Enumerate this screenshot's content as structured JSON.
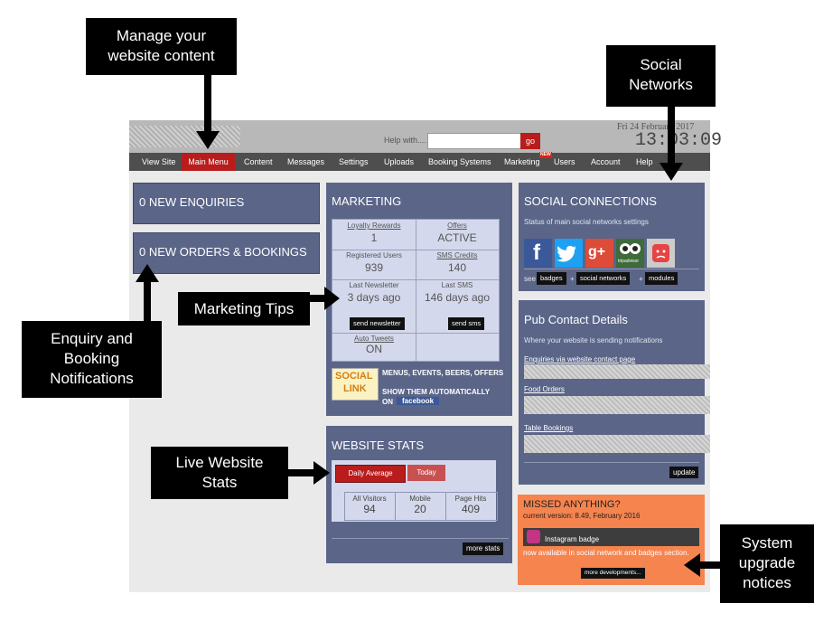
{
  "callouts": {
    "manage": [
      "Manage your",
      "website content"
    ],
    "social": [
      "Social",
      "Networks"
    ],
    "marketing_tips": "Marketing Tips",
    "enquiry": [
      "Enquiry and",
      "Booking",
      "Notifications"
    ],
    "live_stats": [
      "Live Website",
      "Stats"
    ],
    "upgrade": [
      "System",
      "upgrade",
      "notices"
    ]
  },
  "header": {
    "help_label": "Help with....",
    "go_label": "go",
    "date": "Fri 24 February 2017",
    "time": "13:03:09"
  },
  "nav": [
    "View Site",
    "Main Menu",
    "Content",
    "Messages",
    "Settings",
    "Uploads",
    "Booking Systems",
    "Marketing",
    "Users",
    "Account",
    "Help"
  ],
  "nav_new_badge": "NEW",
  "left": {
    "enquiries": "0 NEW ENQUIRIES",
    "orders": "0 NEW ORDERS & BOOKINGS"
  },
  "marketing": {
    "title": "MARKETING",
    "loyalty_label": "Loyalty Rewards",
    "loyalty_value": "1",
    "offers_label": "Offers",
    "offers_value": "ACTIVE",
    "registered_label": "Registered Users",
    "registered_value": "939",
    "sms_credits_label": "SMS Credits",
    "sms_credits_value": "140",
    "last_newsletter_label": "Last Newsletter",
    "last_newsletter_value": "3 days ago",
    "last_sms_label": "Last SMS",
    "last_sms_value": "146 days ago",
    "send_newsletter": "send newsletter",
    "send_sms": "send sms",
    "auto_tweets_label": "Auto Tweets",
    "auto_tweets_value": "ON",
    "logo_line1": "SOCIAL",
    "logo_line2": "LINK",
    "promo_line1": "MENUS, EVENTS, BEERS, OFFERS",
    "promo_line2": "SHOW THEM AUTOMATICALLY",
    "promo_on": "ON",
    "facebook": "facebook"
  },
  "stats": {
    "title": "WEBSITE STATS",
    "tab_daily": "Daily Average",
    "tab_today": "Today",
    "all_visitors_label": "All Visitors",
    "all_visitors_value": "94",
    "mobile_label": "Mobile",
    "mobile_value": "20",
    "page_hits_label": "Page Hits",
    "page_hits_value": "409",
    "more_stats": "more stats"
  },
  "social": {
    "title": "SOCIAL CONNECTIONS",
    "subtitle": "Status of main social networks settings",
    "see": "see",
    "badges": "badges",
    "social_networks": "social networks",
    "modules": "modules",
    "plus": "+",
    "icons": {
      "facebook": "f",
      "googleplus": "g+",
      "tripadvisor": "tripadvisor"
    }
  },
  "contact": {
    "title": "Pub Contact Details",
    "subtitle": "Where your website is sending notifications",
    "enquiries_label": "Enquiries via website contact page",
    "food_label": "Food Orders",
    "table_label": "Table Bookings",
    "update": "update"
  },
  "missed": {
    "title": "MISSED ANYTHING?",
    "version": "current version: 8.49, February 2016",
    "instagram": "Instagram badge",
    "note": "now available in social network and badges section.",
    "more": "more developments..."
  },
  "colors": {
    "panel": "#5a6588",
    "accent_red": "#b81c1c",
    "missed": "#f5844f"
  }
}
